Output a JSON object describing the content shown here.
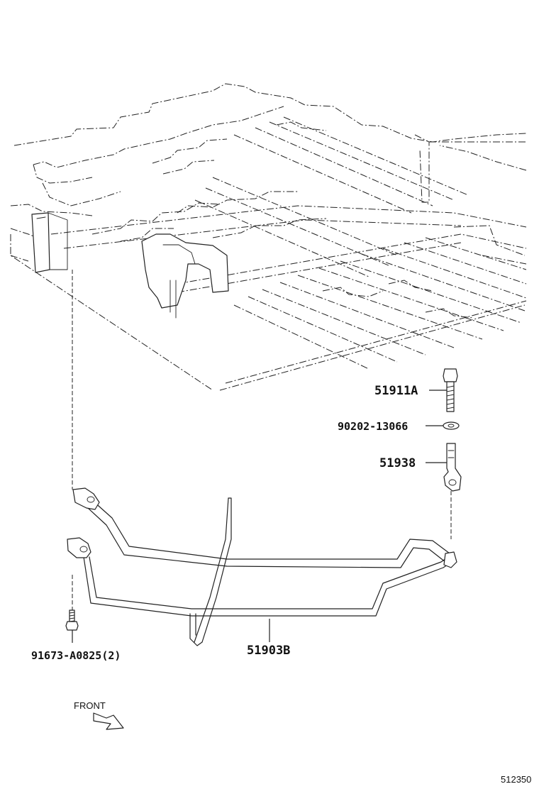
{
  "parts": {
    "p51911a": "51911A",
    "p90202": "90202-13066",
    "p51938": "51938",
    "p91673": "91673-A0825(2)",
    "p51903b": "51903B"
  },
  "front_label": "FRONT",
  "figure_id": "512350"
}
